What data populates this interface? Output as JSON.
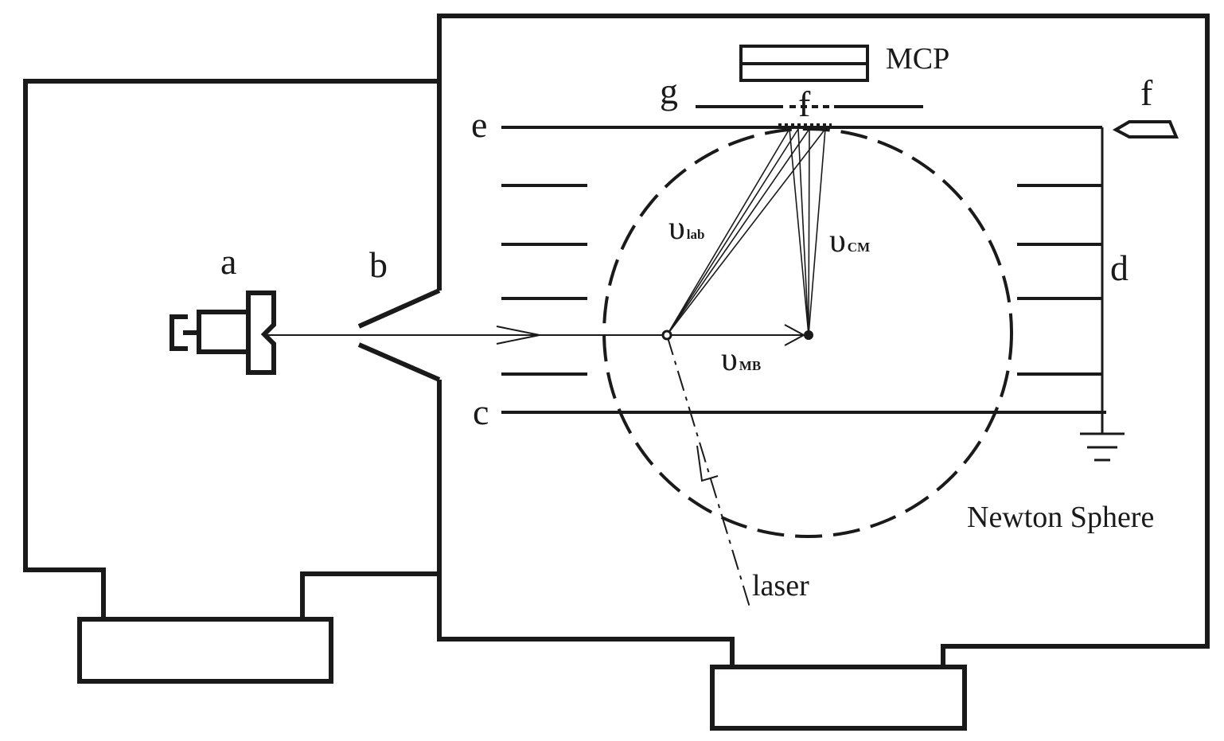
{
  "labels": {
    "a": "a",
    "b": "b",
    "c": "c",
    "d": "d",
    "e": "e",
    "f_detector": "f",
    "f_center": "f",
    "g": "g",
    "mcp": "MCP",
    "newton_sphere": "Newton Sphere",
    "laser": "laser"
  },
  "velocities": {
    "lab": {
      "symbol": "υ",
      "subscript": "lab"
    },
    "cm": {
      "symbol": "υ",
      "subscript": "CM"
    },
    "mb": {
      "symbol": "υ",
      "subscript": "MB"
    }
  },
  "colors": {
    "stroke": "#1a1a1a",
    "background": "#ffffff"
  }
}
